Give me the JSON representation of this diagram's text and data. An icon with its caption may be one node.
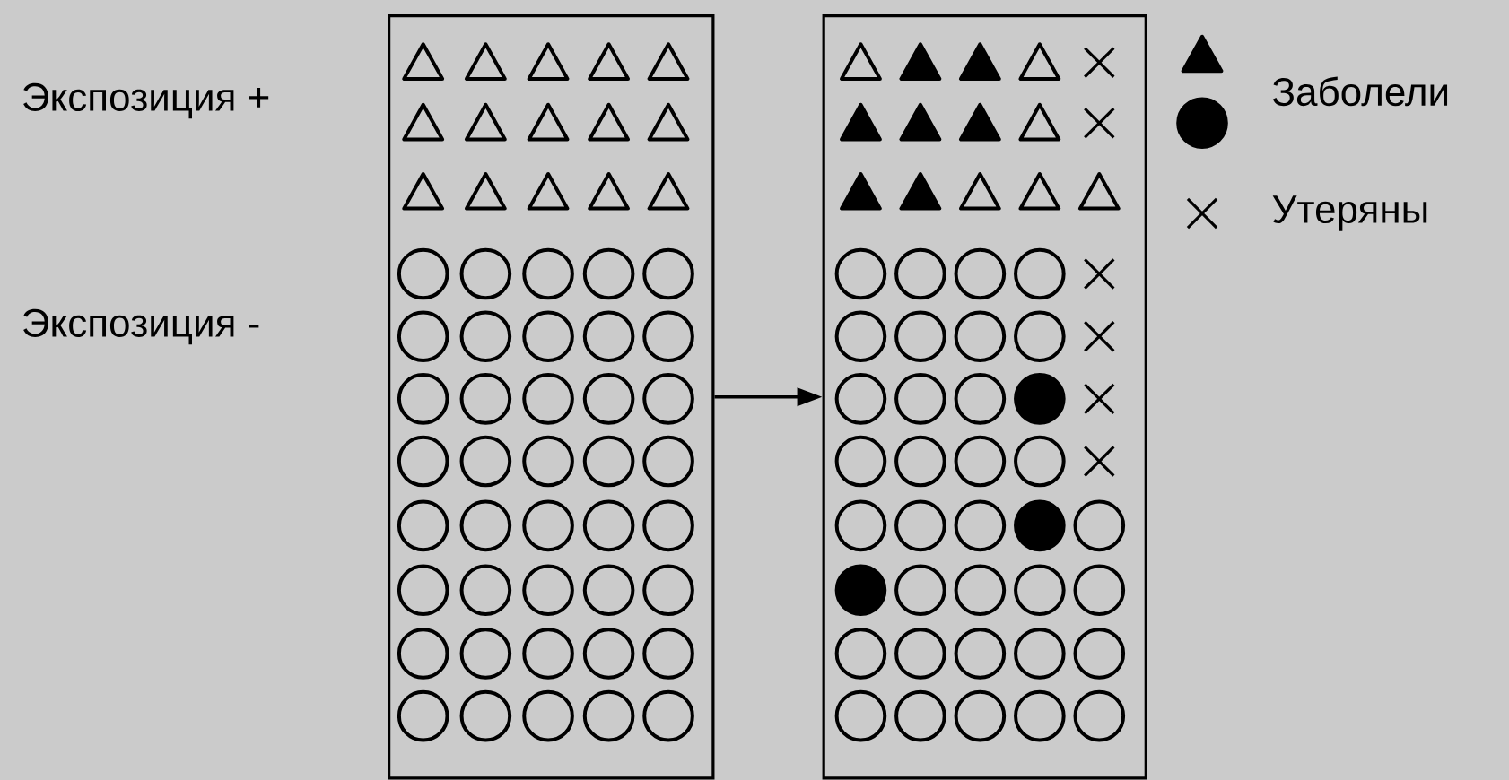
{
  "diagram": {
    "nodes": [
      {
        "text": [],
        "shape": "box"
      },
      {
        "text": [],
        "shape": "box"
      }
    ],
    "edges": [
      {
        "from": 0,
        "to": 1,
        "arrow": "to"
      }
    ],
    "labels": [
      "Экспозиция +",
      "Экспозиция -"
    ],
    "legend": [
      {
        "text": "Заболели"
      },
      {
        "text": "Утеряны"
      }
    ]
  }
}
